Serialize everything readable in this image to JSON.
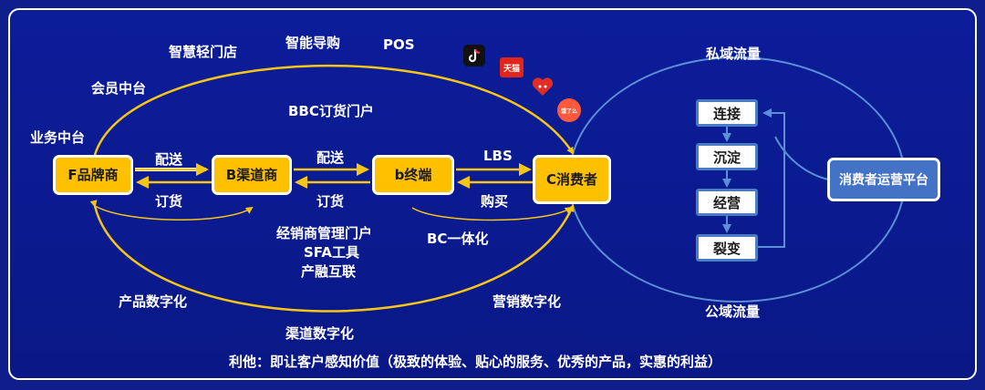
{
  "top_labels": {
    "smart_store": "智慧轻门店",
    "smart_guide": "智能导购",
    "pos": "POS",
    "member_center": "会员中台",
    "business_center": "业务中台",
    "bbc_portal": "BBC订货门户"
  },
  "nodes": {
    "brand": "F品牌商",
    "channel": "B渠道商",
    "terminal": "b终端",
    "consumer": "C消费者"
  },
  "flow_labels": {
    "delivery_1": "配送",
    "order_1": "订货",
    "delivery_2": "配送",
    "order_2": "订货",
    "lbs": "LBS",
    "purchase": "购买"
  },
  "bottom_labels": {
    "dealer_portal": "经销商管理门户",
    "sfa_tools": "SFA工具",
    "industry_fintech": "产融互联",
    "bc_integration": "BC一体化",
    "product_digital": "产品数字化",
    "marketing_digital": "营销数字化",
    "channel_digital": "渠道数字化"
  },
  "private_traffic": "私域流量",
  "public_traffic": "公域流量",
  "cycle_steps": [
    "连接",
    "沉淀",
    "经营",
    "裂变"
  ],
  "platform": "消费者运营平台",
  "footer": "利他：即让客户感知价值（极致的体验、贴心的服务、优秀的产品，实惠的利益）",
  "icons": {
    "tiktok": "tiktok-icon",
    "tmall": "天猫",
    "pinduoduo": "pinduoduo-icon",
    "ele": "饿了么"
  },
  "colors": {
    "background": "#0f1e8a",
    "node_fill": "#ffc000",
    "arrow_gold": "#f5c518",
    "ellipse_blue": "#5b8fd6",
    "step_border": "#4a7cc2",
    "platform_fill": "#4472c4"
  }
}
